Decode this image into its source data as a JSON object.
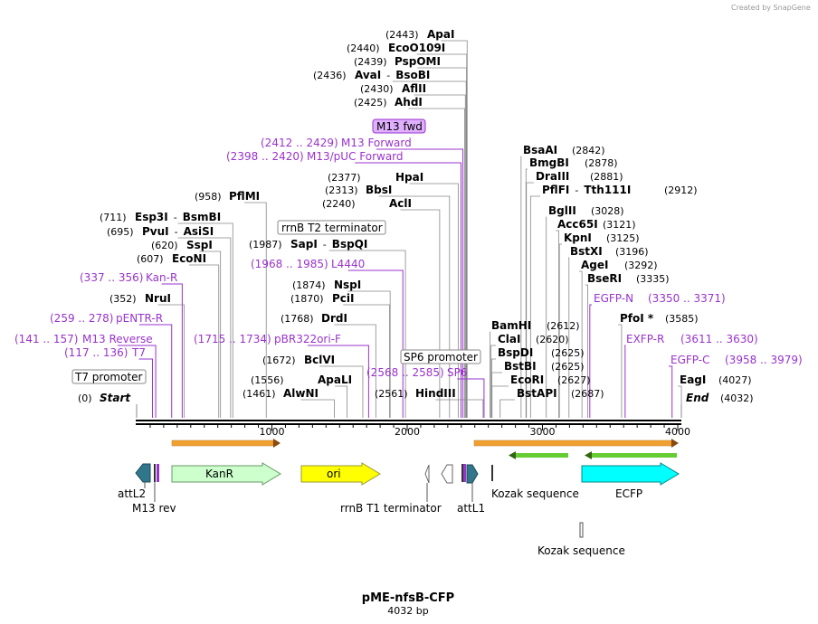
{
  "credit": "Created by SnapGene",
  "plasmid": {
    "name": "pME-nfsB-CFP",
    "length": "4032 bp",
    "bp": 4032
  },
  "ruler": [
    {
      "bp": 1000,
      "label": "1000"
    },
    {
      "bp": 2000,
      "label": "2000"
    },
    {
      "bp": 3000,
      "label": "3000"
    },
    {
      "bp": 4000,
      "label": "4000"
    }
  ],
  "ends": [
    {
      "num": "(0)",
      "name": "Start",
      "bp": 0
    },
    {
      "num": "(4032)",
      "name": "End",
      "bp": 4032
    }
  ],
  "enzymes": [
    {
      "num": "(2443)",
      "name": "ApaI",
      "bp": 2443
    },
    {
      "num": "(2440)",
      "name": "EcoO109I",
      "bp": 2440
    },
    {
      "num": "(2439)",
      "name": "PspOMI",
      "bp": 2439
    },
    {
      "num": "(2436)",
      "name": "AvaI",
      "extra": "BsoBI",
      "bp": 2436
    },
    {
      "num": "(2430)",
      "name": "AflII",
      "bp": 2430
    },
    {
      "num": "(2425)",
      "name": "AhdI",
      "bp": 2425
    },
    {
      "num": "(2377)",
      "name": "HpaI",
      "bp": 2377
    },
    {
      "num": "(2313)",
      "name": "BbsI",
      "bp": 2313
    },
    {
      "num": "(2240)",
      "name": "AclI",
      "bp": 2240
    },
    {
      "num": "(1987)",
      "name": "SapI",
      "extra": "BspQI",
      "bp": 1987
    },
    {
      "num": "(1874)",
      "name": "NspI",
      "bp": 1874
    },
    {
      "num": "(1870)",
      "name": "PciI",
      "bp": 1870
    },
    {
      "num": "(1768)",
      "name": "DrdI",
      "bp": 1768
    },
    {
      "num": "(1672)",
      "name": "BclVI",
      "bp": 1672
    },
    {
      "num": "(1556)",
      "name": "ApaLI",
      "bp": 1556
    },
    {
      "num": "(1461)",
      "name": "AlwNI",
      "bp": 1461
    },
    {
      "num": "(958)",
      "name": "PflMI",
      "bp": 958
    },
    {
      "num": "(711)",
      "name": "Esp3I",
      "extra": "BsmBI",
      "bp": 711
    },
    {
      "num": "(695)",
      "name": "PvuI",
      "extra": "AsiSI",
      "bp": 695
    },
    {
      "num": "(620)",
      "name": "SspI",
      "bp": 620
    },
    {
      "num": "(607)",
      "name": "EcoNI",
      "bp": 607
    },
    {
      "num": "(352)",
      "name": "NruI",
      "bp": 352
    },
    {
      "num": "(2561)",
      "name": "HindIII",
      "bp": 2561
    },
    {
      "num": "(2842)",
      "name": "BsaAI",
      "bp": 2842
    },
    {
      "num": "(2878)",
      "name": "BmgBI",
      "bp": 2878
    },
    {
      "num": "(2881)",
      "name": "DraIII",
      "bp": 2881
    },
    {
      "num": "(2912)",
      "name": "PflFI",
      "extra": "Tth111I",
      "bp": 2912
    },
    {
      "num": "(3028)",
      "name": "BglII",
      "bp": 3028
    },
    {
      "num": "(3121)",
      "name": "Acc65I",
      "bp": 3121
    },
    {
      "num": "(3125)",
      "name": "KpnI",
      "bp": 3125
    },
    {
      "num": "(3196)",
      "name": "BstXI",
      "bp": 3196
    },
    {
      "num": "(3292)",
      "name": "AgeI",
      "bp": 3292
    },
    {
      "num": "(3335)",
      "name": "BseRI",
      "bp": 3335
    },
    {
      "num": "(3585)",
      "name": "PfoI *",
      "bp": 3585
    },
    {
      "num": "(4027)",
      "name": "EagI",
      "bp": 4027
    },
    {
      "num": "(2612)",
      "name": "BamHI",
      "bp": 2612
    },
    {
      "num": "(2620)",
      "name": "ClaI",
      "bp": 2620
    },
    {
      "num": "(2625)",
      "name": "BspDI",
      "bp": 2625
    },
    {
      "num": "(2625)",
      "name": "BstBI",
      "bp": 2625
    },
    {
      "num": "(2627)",
      "name": "EcoRI",
      "bp": 2627
    },
    {
      "num": "(2687)",
      "name": "BstAPI",
      "bp": 2687
    }
  ],
  "primers": [
    {
      "range": "(2412 .. 2429)",
      "name": "M13 Forward",
      "bp": 2412
    },
    {
      "range": "(2398 .. 2420)",
      "name": "M13/pUC Forward",
      "bp": 2398
    },
    {
      "range": "(1968 .. 1985)",
      "name": "L4440",
      "bp": 1968
    },
    {
      "range": "(1715 .. 1734)",
      "name": "pBR322ori-F",
      "bp": 1715
    },
    {
      "range": "(2568 .. 2585)",
      "name": "SP6",
      "bp": 2568
    },
    {
      "range": "(337 .. 356)",
      "name": "Kan-R",
      "bp": 337
    },
    {
      "range": "(259 .. 278)",
      "name": "pENTR-R",
      "bp": 259
    },
    {
      "range": "(141 .. 157)",
      "name": "M13 Reverse",
      "bp": 141
    },
    {
      "range": "(117 .. 136)",
      "name": "T7",
      "bp": 117
    },
    {
      "range": "(3350 .. 3371)",
      "name": "EGFP-N",
      "bp": 3350
    },
    {
      "range": "(3611 .. 3630)",
      "name": "EXFP-R",
      "bp": 3611
    },
    {
      "range": "(3958 .. 3979)",
      "name": "EGFP-C",
      "bp": 3958
    }
  ],
  "boxed_features": [
    {
      "name": "M13 fwd",
      "style": "filled"
    },
    {
      "name": "rrnB T2 terminator",
      "style": "outline"
    },
    {
      "name": "SP6 promoter",
      "style": "outline"
    },
    {
      "name": "T7 promoter",
      "style": "outline"
    }
  ],
  "feature_labels": [
    {
      "name": "attL2"
    },
    {
      "name": "M13 rev"
    },
    {
      "name": "KanR"
    },
    {
      "name": "ori"
    },
    {
      "name": "rrnB T1 terminator"
    },
    {
      "name": "attL1"
    },
    {
      "name": "Kozak sequence"
    },
    {
      "name": "ECFP"
    },
    {
      "name": "Kozak sequence"
    }
  ],
  "colors": {
    "primer": "#9933cc",
    "kanr": "#ccffcc",
    "ori": "#ffff00",
    "ecfp": "#00ffff",
    "att": "#31778c",
    "orf": "#f0a030",
    "orf_green": "#66cc33",
    "m13fwd_box": "#e0b0ff"
  }
}
